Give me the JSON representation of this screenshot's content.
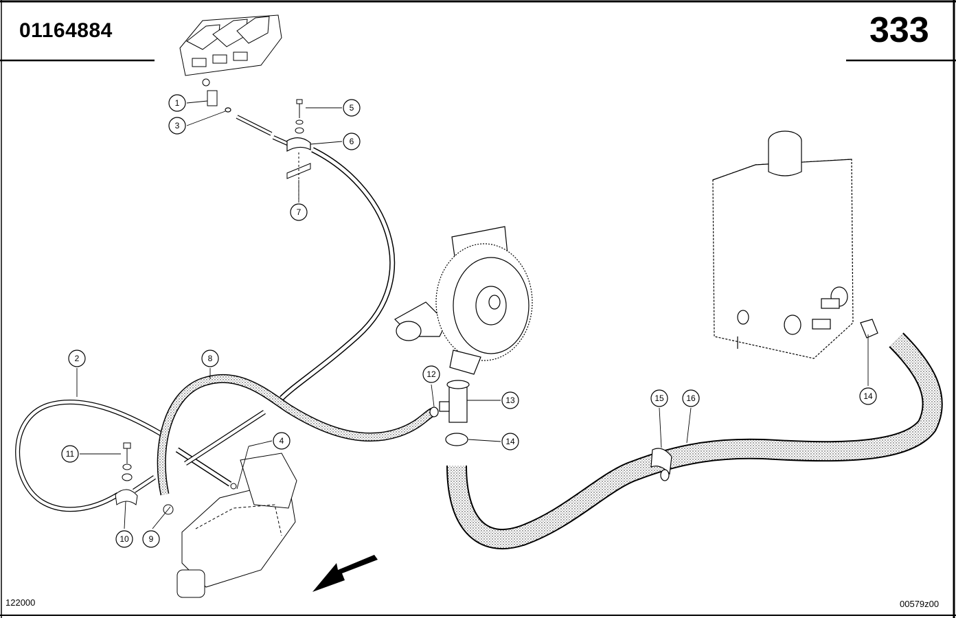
{
  "header": {
    "part_number": "01164884",
    "page_number": "333"
  },
  "footer": {
    "left_code": "122000",
    "right_code": "00579z00"
  },
  "callouts": {
    "c1": "1",
    "c2": "2",
    "c3": "3",
    "c4": "4",
    "c5": "5",
    "c6": "6",
    "c7": "7",
    "c8": "8",
    "c9": "9",
    "c10": "10",
    "c11": "11",
    "c12": "12",
    "c13": "13",
    "c14a": "14",
    "c14b": "14",
    "c15": "15",
    "c16": "16"
  }
}
